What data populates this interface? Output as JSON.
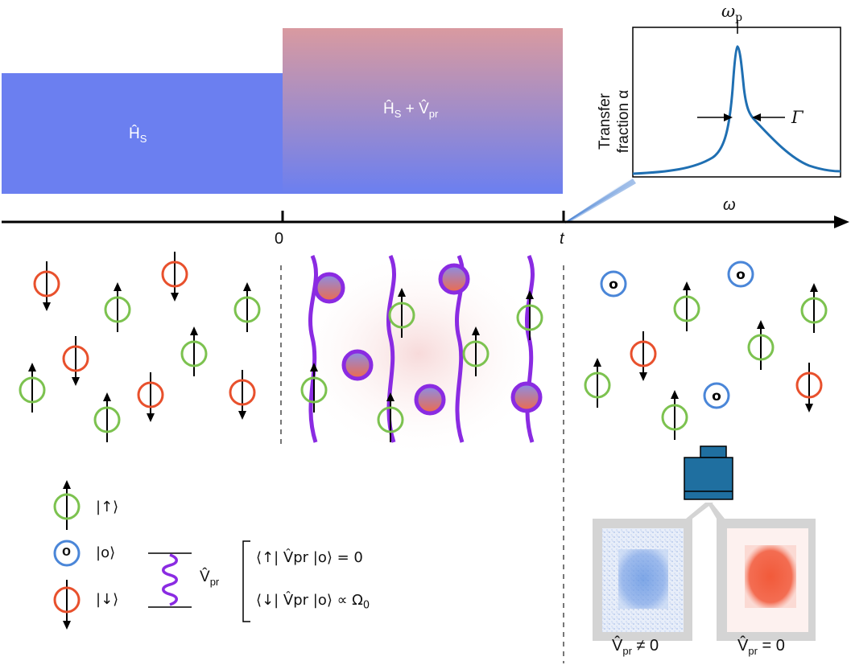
{
  "timeline": {
    "zero_label": "0",
    "t_label": "t",
    "omega_label": "ω"
  },
  "boxes": {
    "before": {
      "label": "Ĥ",
      "sub": "S"
    },
    "during": {
      "label_h": "Ĥ",
      "sub_s": "S",
      "plus": " + ",
      "label_v": "V̂",
      "sub_pr": "pr"
    }
  },
  "inset_plot": {
    "ylabel_line1": "Transfer",
    "ylabel_line2": "fraction α",
    "peak_label": "ω",
    "peak_sub": "p",
    "width_label": "Γ",
    "line_color": "#1f6fb2"
  },
  "legend": {
    "up_state": "|↑⟩",
    "zero_state": "|o⟩",
    "down_state": "|↓⟩",
    "zero_symbol": "o",
    "vpr_label": "V̂",
    "vpr_sub": "pr",
    "matrix_up": "⟨↑| V̂pr |o⟩ = 0",
    "matrix_down": "⟨↓| V̂pr |o⟩ ∝ Ω",
    "matrix_down_sub": "0"
  },
  "camera_panels": {
    "left_label": "V̂",
    "left_sub": "pr",
    "left_rel": " ≠ 0",
    "right_label": "V̂",
    "right_sub": "pr",
    "right_rel": " = 0"
  },
  "colors": {
    "up": "#7cc24f",
    "down": "#e8502c",
    "zero": "#4a86d8",
    "purple": "#8a2be2",
    "box_blue": "#6b7ff0",
    "box_pink": "#d99aa0",
    "camera": "#1f6fa0"
  }
}
